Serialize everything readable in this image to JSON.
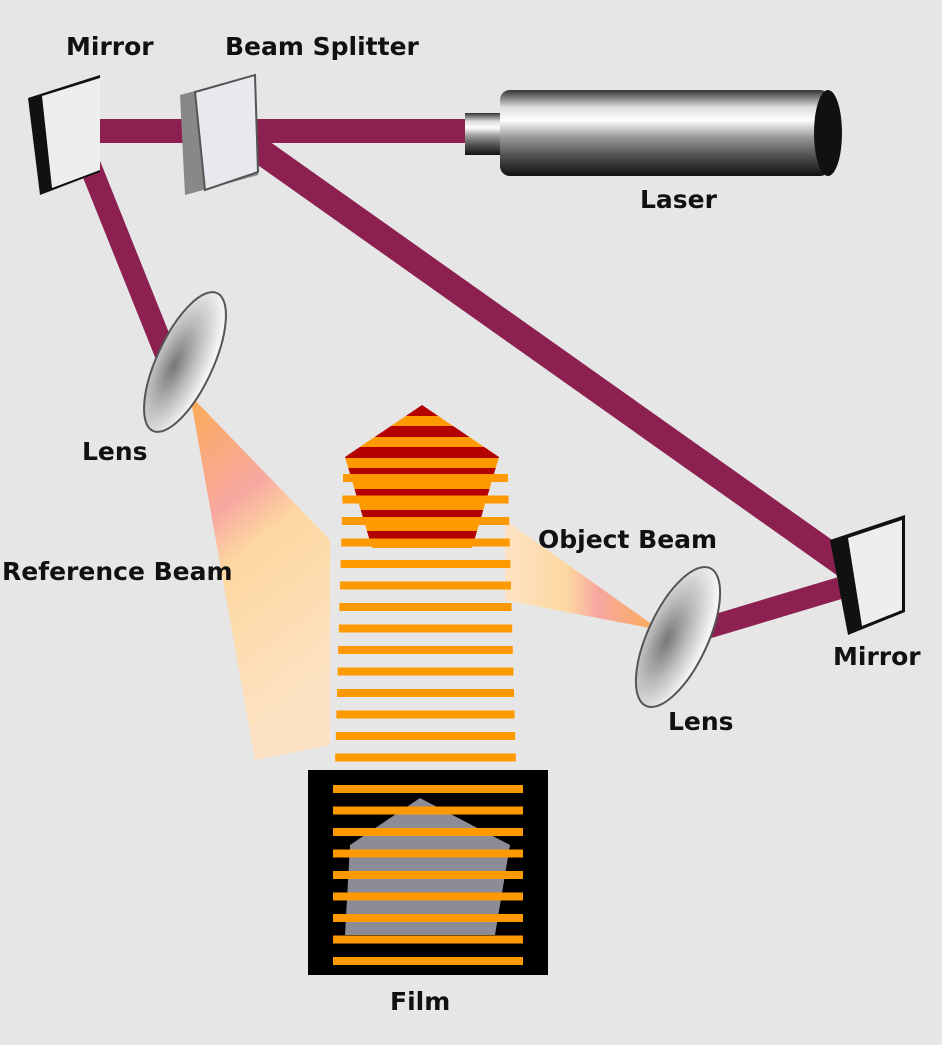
{
  "labels": {
    "mirror_top": "Mirror",
    "beam_splitter": "Beam Splitter",
    "laser": "Laser",
    "lens_left": "Lens",
    "reference_beam": "Reference Beam",
    "object_beam": "Object Beam",
    "mirror_right": "Mirror",
    "lens_right": "Lens",
    "film": "Film"
  },
  "colors": {
    "background": "#e6e6e6",
    "laser_beam": "#8c2050",
    "light_fan": "#fdd7a0",
    "light_fan_strong": "#fbac55",
    "stripe_orange": "#ff9900",
    "stripe_red": "#b30000",
    "film": "#000000",
    "image_gray": "#8c8c99"
  }
}
